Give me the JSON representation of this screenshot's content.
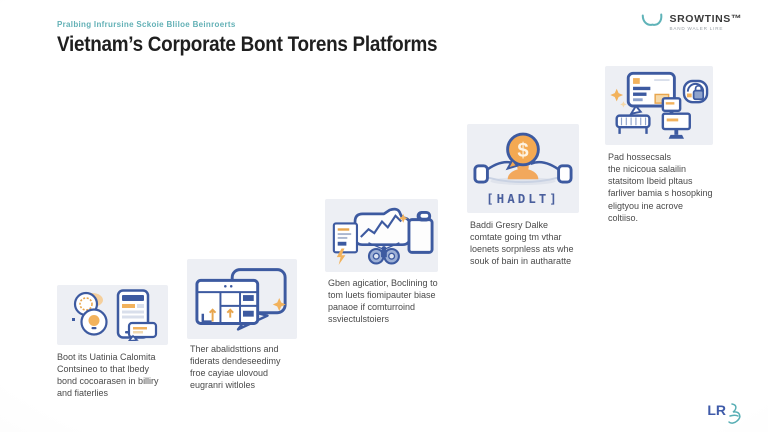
{
  "header": {
    "eyebrow": "Pralbing Infrursine Sckoie Bliloe Beinroerts",
    "title": "Vietnam’s Corporate Bont Torens Platforms"
  },
  "brand": {
    "name": "SROWTINS™",
    "tagline": "BAND WALER LIRE"
  },
  "steps": [
    {
      "icon": "lightbulb-coins-phone-icon",
      "caption": "Boot its Uatinia Calomita\nContsineo to that lbedy\nbond cocoarasen in billiry\nand fiaterlies"
    },
    {
      "icon": "data-table-chat-icon",
      "caption": "Ther abalidsttions and\nfiderats dendeseedimy\nfroe cayiae ulovoud\neugranri witloles"
    },
    {
      "icon": "chart-binoculars-clipboard-icon",
      "caption": "Gben agicatior, Boclining to\ntom luets fiomipauter biase\npanaoe if comturroind\nssviectulstoiers"
    },
    {
      "icon": "dollar-coin-network-icon",
      "badge": "[HADLT]",
      "caption": "Baddi Gresry Dalke\ncomtate going tm vthar\nloenets sorpnless ats whe\nsouk of bain in autharatte"
    },
    {
      "icon": "screens-kiosk-bench-icon",
      "caption": "Pad hossecsals\nthe nicicoua salailin\nstatsitom Ibeid pltaus\nfarliver bamia s hosopking\neligtyou ine acrove\ncoltiiso."
    }
  ],
  "footer": {
    "mark": "LR"
  },
  "colors": {
    "navy": "#3d5aa0",
    "orange": "#f2a85c",
    "teal": "#5fb3b8",
    "tile_background": "#edeff4",
    "title_text": "#1f1f1f",
    "eyebrow_text": "#63b1b6",
    "caption_text": "#4a4a4a",
    "badge_text": "#4a5f9d",
    "watermark_blue": "#3f5ba9"
  }
}
